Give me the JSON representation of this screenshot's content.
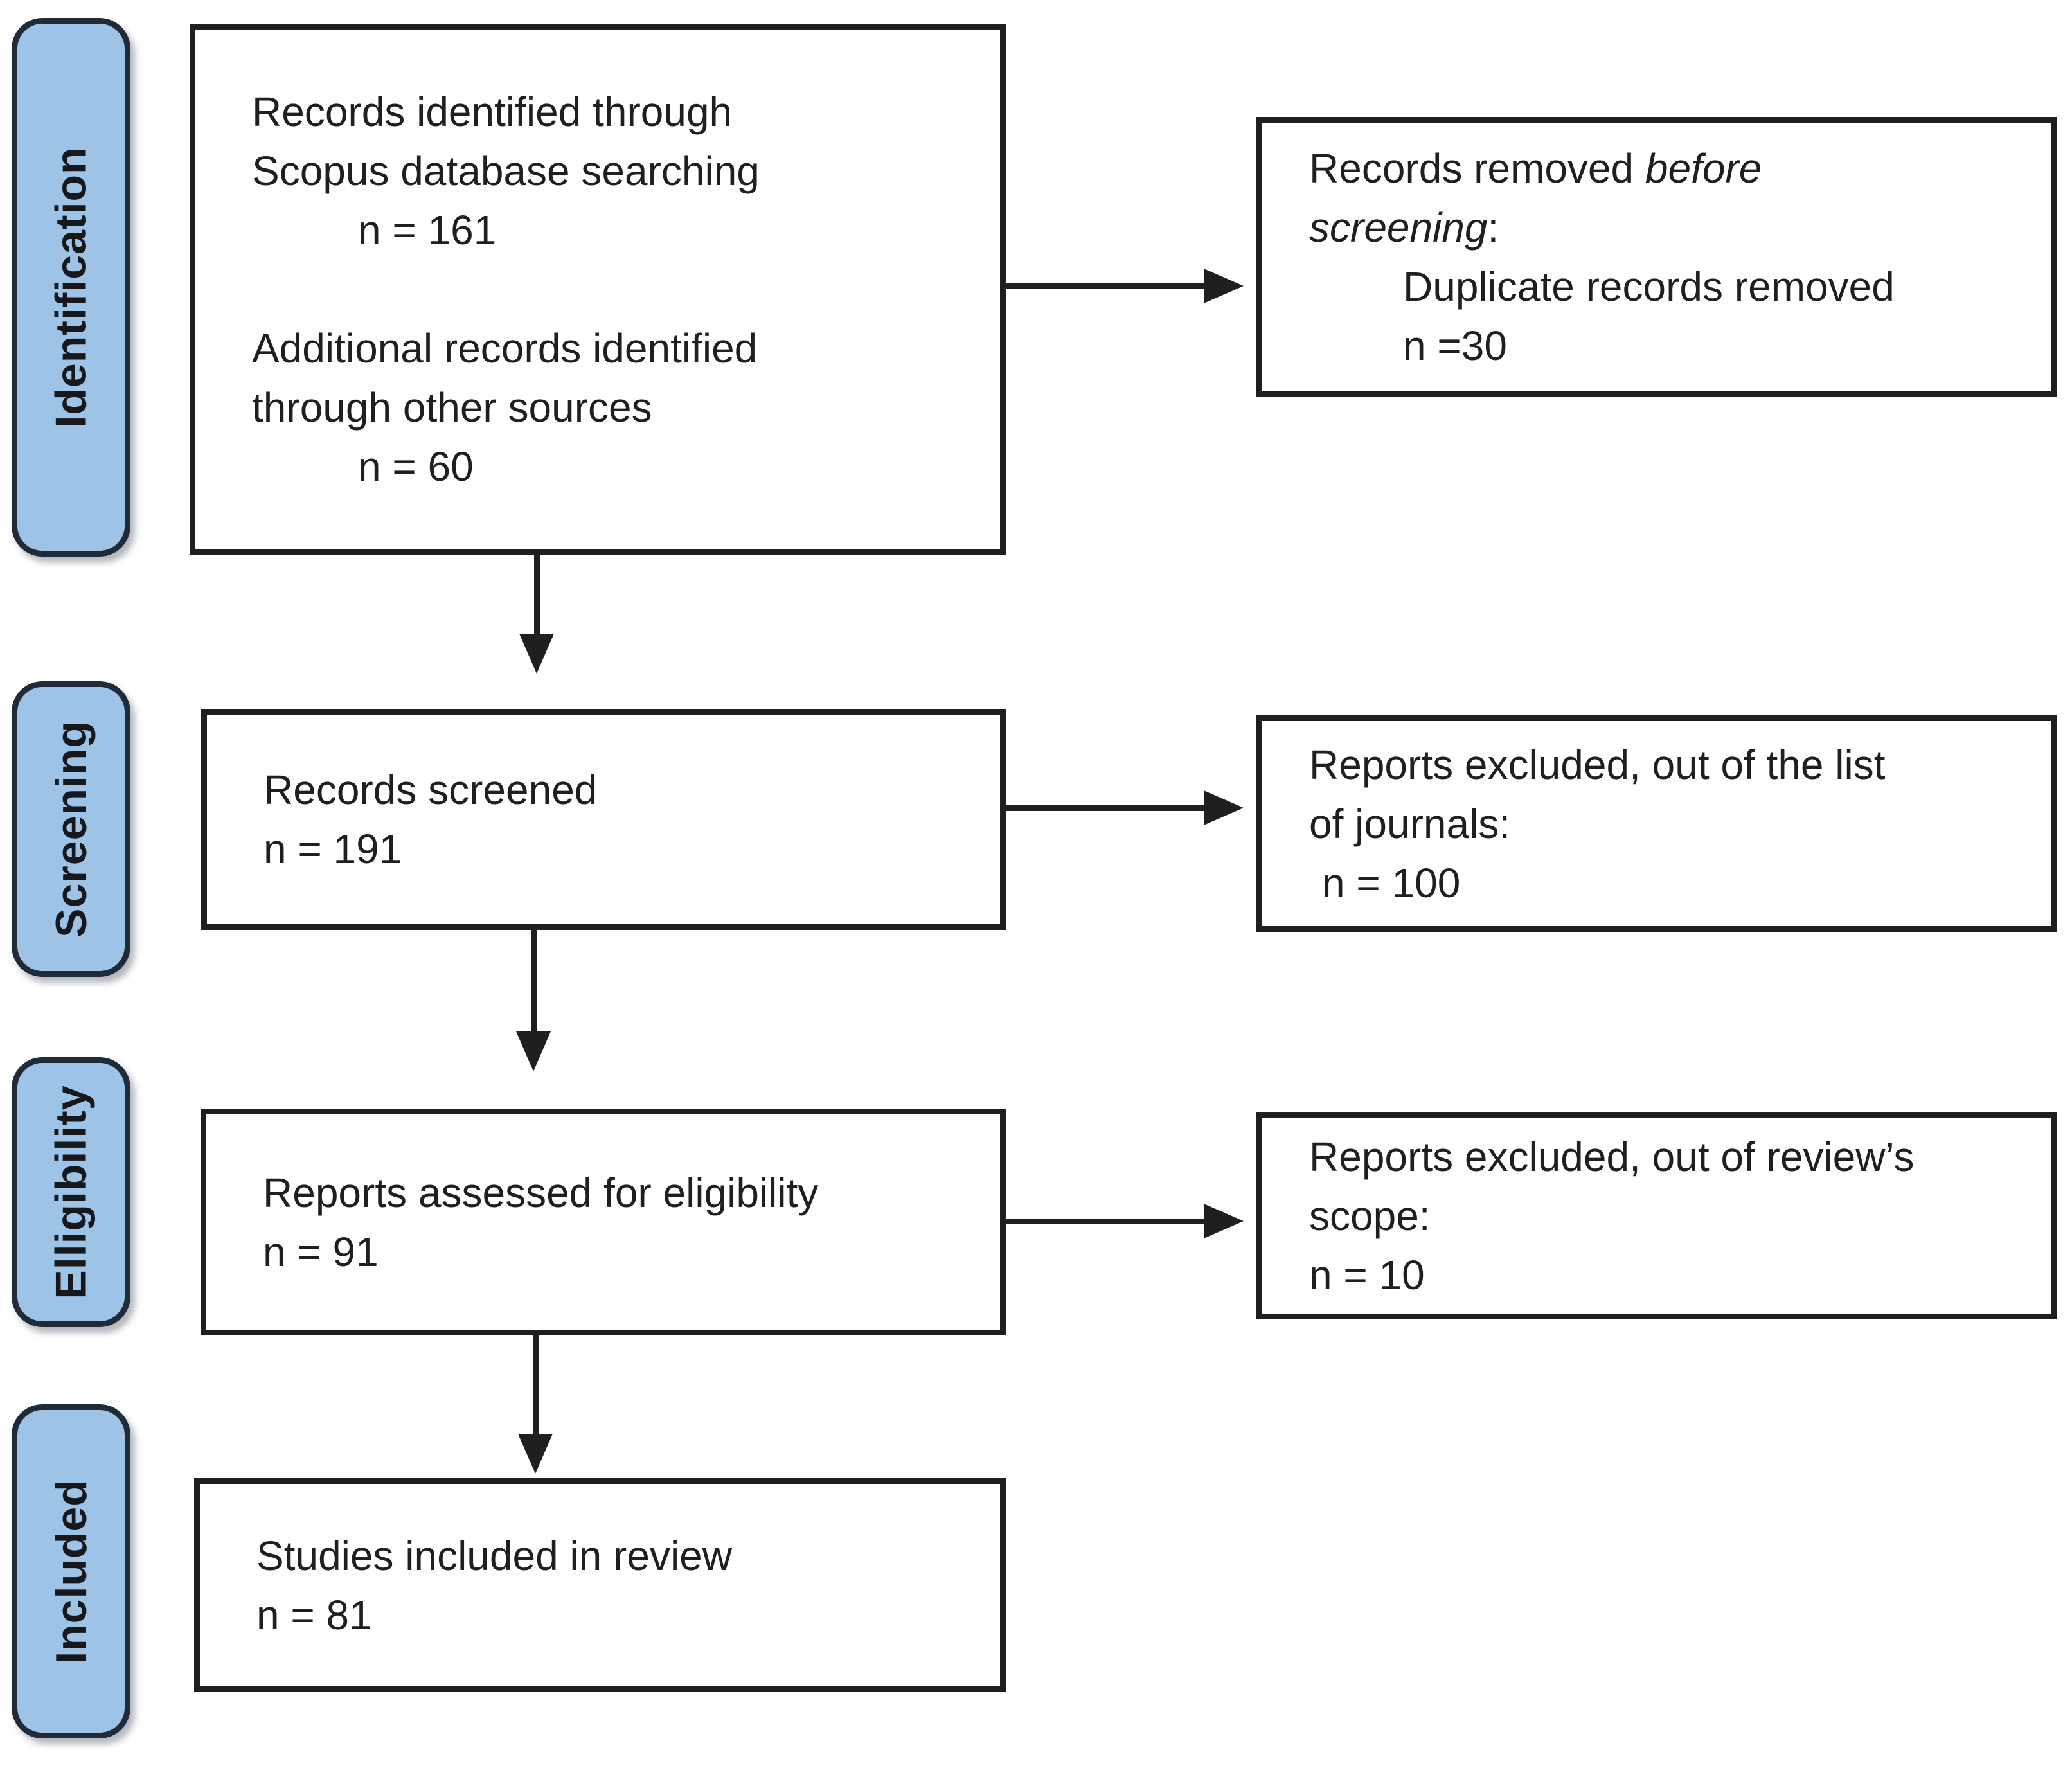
{
  "colors": {
    "background": "#FFFFFF",
    "stage_fill": "#9DC3E6",
    "stage_border": "#202A38",
    "box_fill": "#FFFFFF",
    "box_border": "#1F1F1F",
    "arrow": "#1F1F1F",
    "text": "#1F1F1F"
  },
  "stages": [
    {
      "label": "Identification"
    },
    {
      "label": "Screening"
    },
    {
      "label": "Elligibility"
    },
    {
      "label": "Included"
    }
  ],
  "boxes": {
    "identification_records": {
      "lines": [
        "Records identified through",
        "Scopus database searching"
      ],
      "count": "n = 161",
      "lines2": [
        "Additional records identified",
        "through other sources"
      ],
      "count2": "n = 60"
    },
    "removed_before_screening": {
      "line1_normal": "Records removed ",
      "line1_italic": "before",
      "line2_italic": "screening",
      "line2_suffix": ":",
      "detail": "Duplicate records removed",
      "count": "n =30"
    },
    "records_screened": {
      "line": "Records screened",
      "count": "n = 191"
    },
    "excluded_journals": {
      "lines": [
        "Reports excluded, out of the list",
        "of journals:"
      ],
      "count": "n = 100"
    },
    "assessed_eligibility": {
      "line": "Reports assessed for eligibility",
      "count": "n = 91"
    },
    "excluded_scope": {
      "lines": [
        "Reports excluded, out of review’s",
        "scope:"
      ],
      "count": "n = 10"
    },
    "studies_included": {
      "line": "Studies included in review",
      "count": "n = 81"
    }
  }
}
